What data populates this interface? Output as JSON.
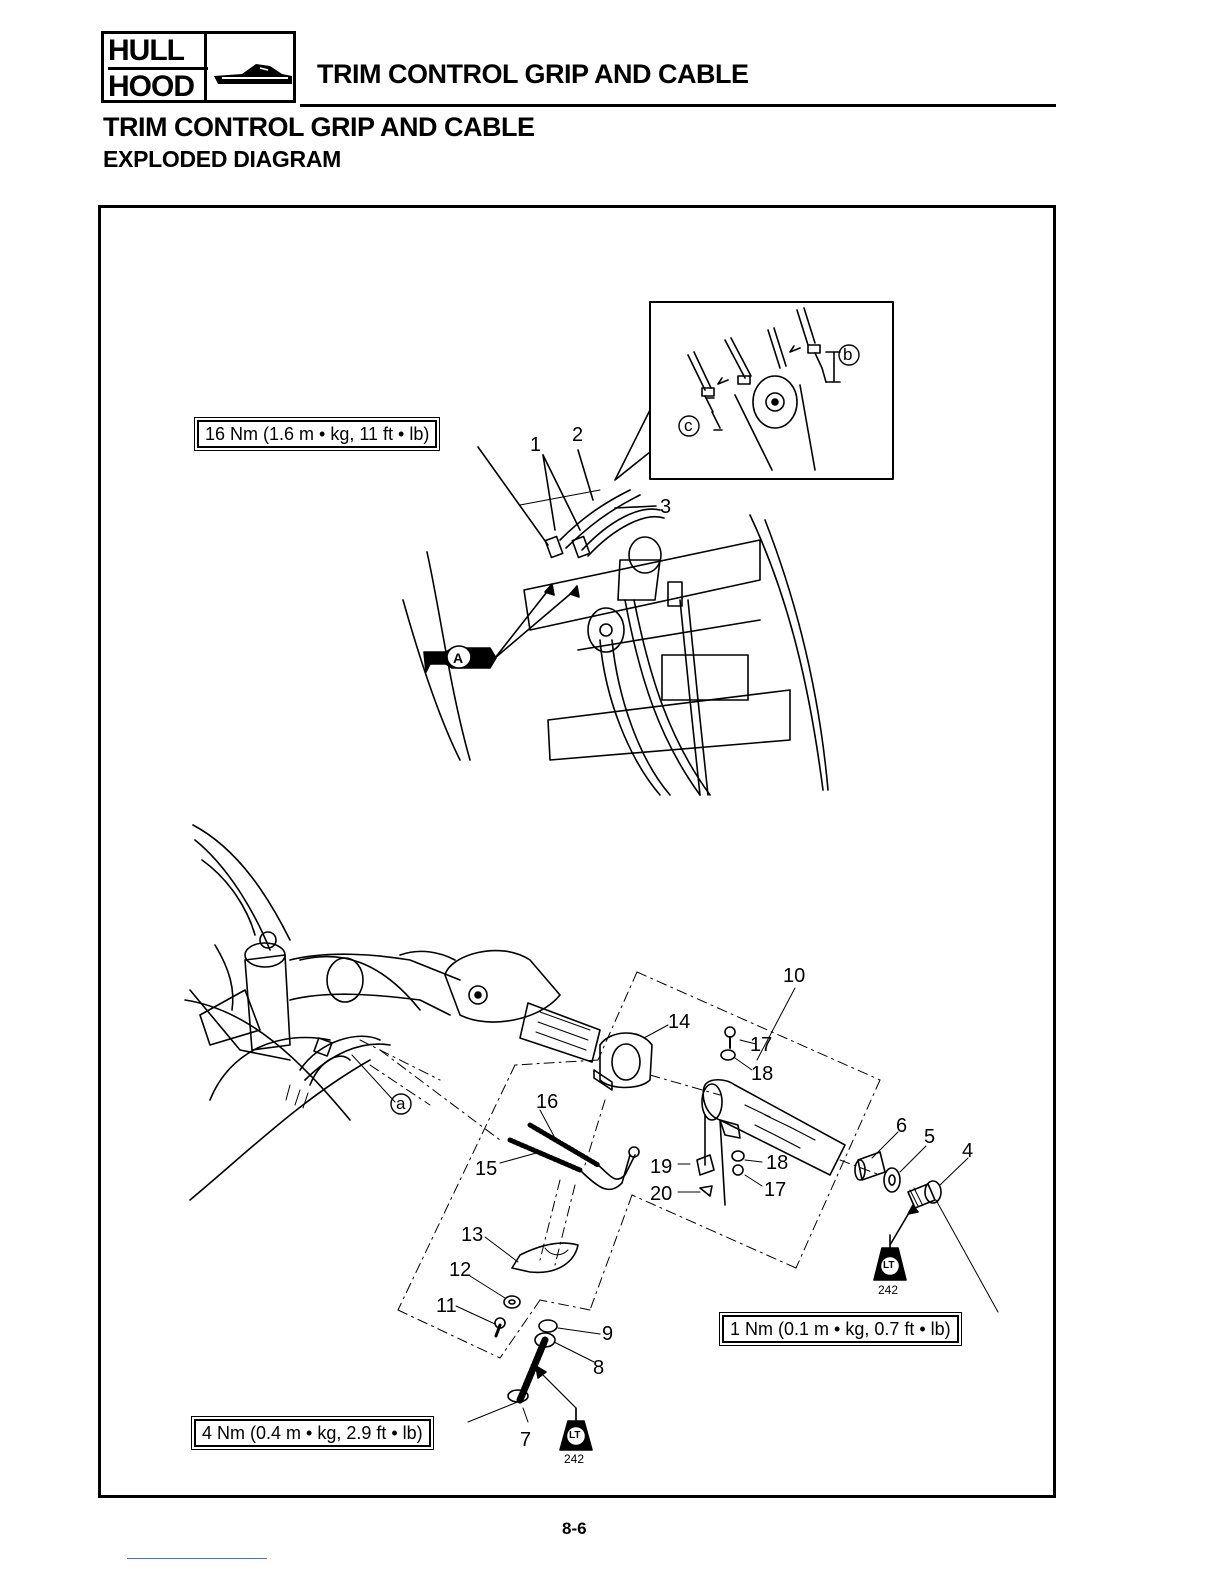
{
  "header": {
    "badge_line1": "HULL",
    "badge_line2": "HOOD",
    "badge_icon": "watercraft-icon",
    "title": "TRIM CONTROL GRIP AND CABLE"
  },
  "section": {
    "title": "TRIM CONTROL GRIP AND CABLE",
    "subtitle": "EXPLODED DIAGRAM"
  },
  "torque_specs": {
    "top": "16 Nm (1.6 m • kg, 11 ft • lb)",
    "right": "1 Nm (0.1 m • kg, 0.7 ft • lb)",
    "bottom": "4 Nm (0.4 m • kg, 2.9 ft • lb)"
  },
  "callouts": {
    "c1": "1",
    "c2": "2",
    "c3": "3",
    "c4": "4",
    "c5": "5",
    "c6": "6",
    "c7": "7",
    "c8": "8",
    "c9": "9",
    "c10": "10",
    "c11": "11",
    "c12": "12",
    "c13": "13",
    "c14": "14",
    "c15": "15",
    "c16": "16",
    "c17a": "17",
    "c17b": "17",
    "c18a": "18",
    "c18b": "18",
    "c19": "19",
    "c20": "20"
  },
  "letter_markers": {
    "a": "a",
    "b": "b",
    "c": "c",
    "A": "A"
  },
  "locktite": {
    "symbol": "LT",
    "number_right": "242",
    "number_bottom": "242"
  },
  "page_number": "8-6"
}
